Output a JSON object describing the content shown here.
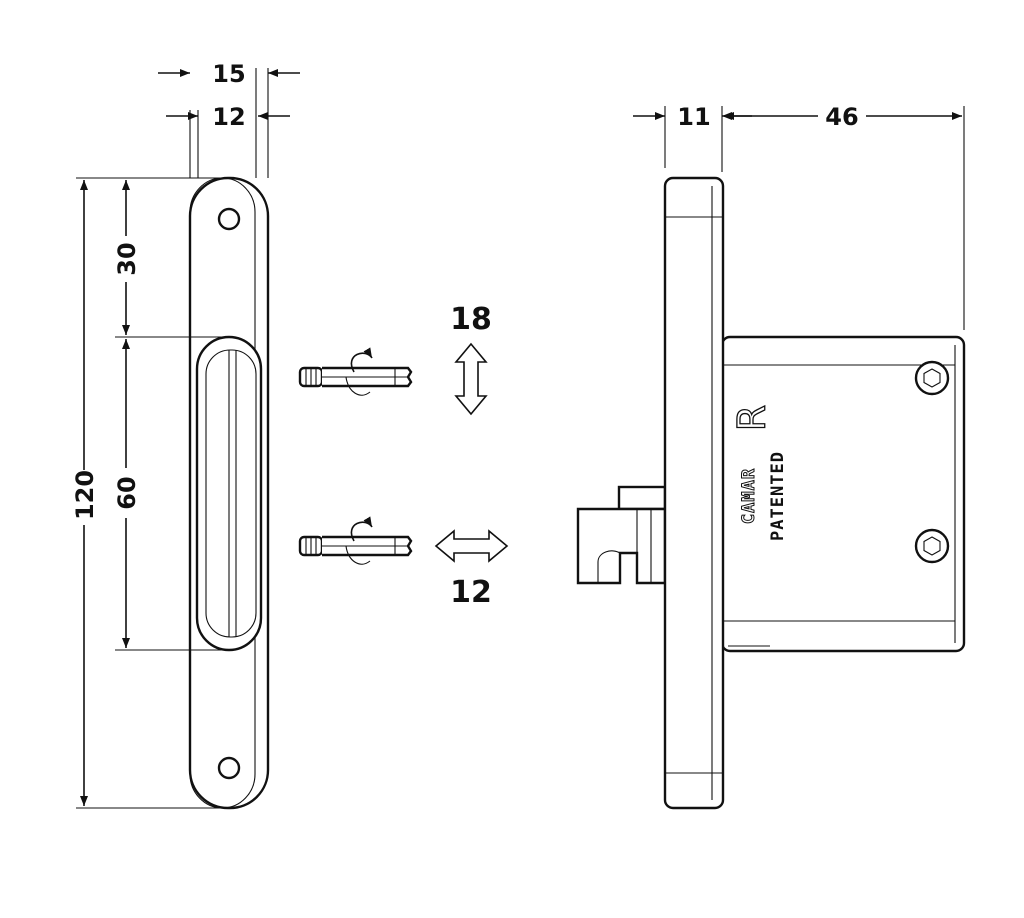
{
  "dimensions": {
    "plate_outer_width": "15",
    "plate_inner_width": "12",
    "top_to_recess": "30",
    "recess_length": "60",
    "total_height": "120",
    "flange_thickness": "11",
    "body_depth": "46"
  },
  "adjustments": {
    "vertical": "18",
    "horizontal": "12"
  },
  "stamp": {
    "logo": "R",
    "brand": "CAMAR",
    "patent": "PATENTED"
  },
  "colors": {
    "line": "#111111",
    "background": "#ffffff"
  }
}
